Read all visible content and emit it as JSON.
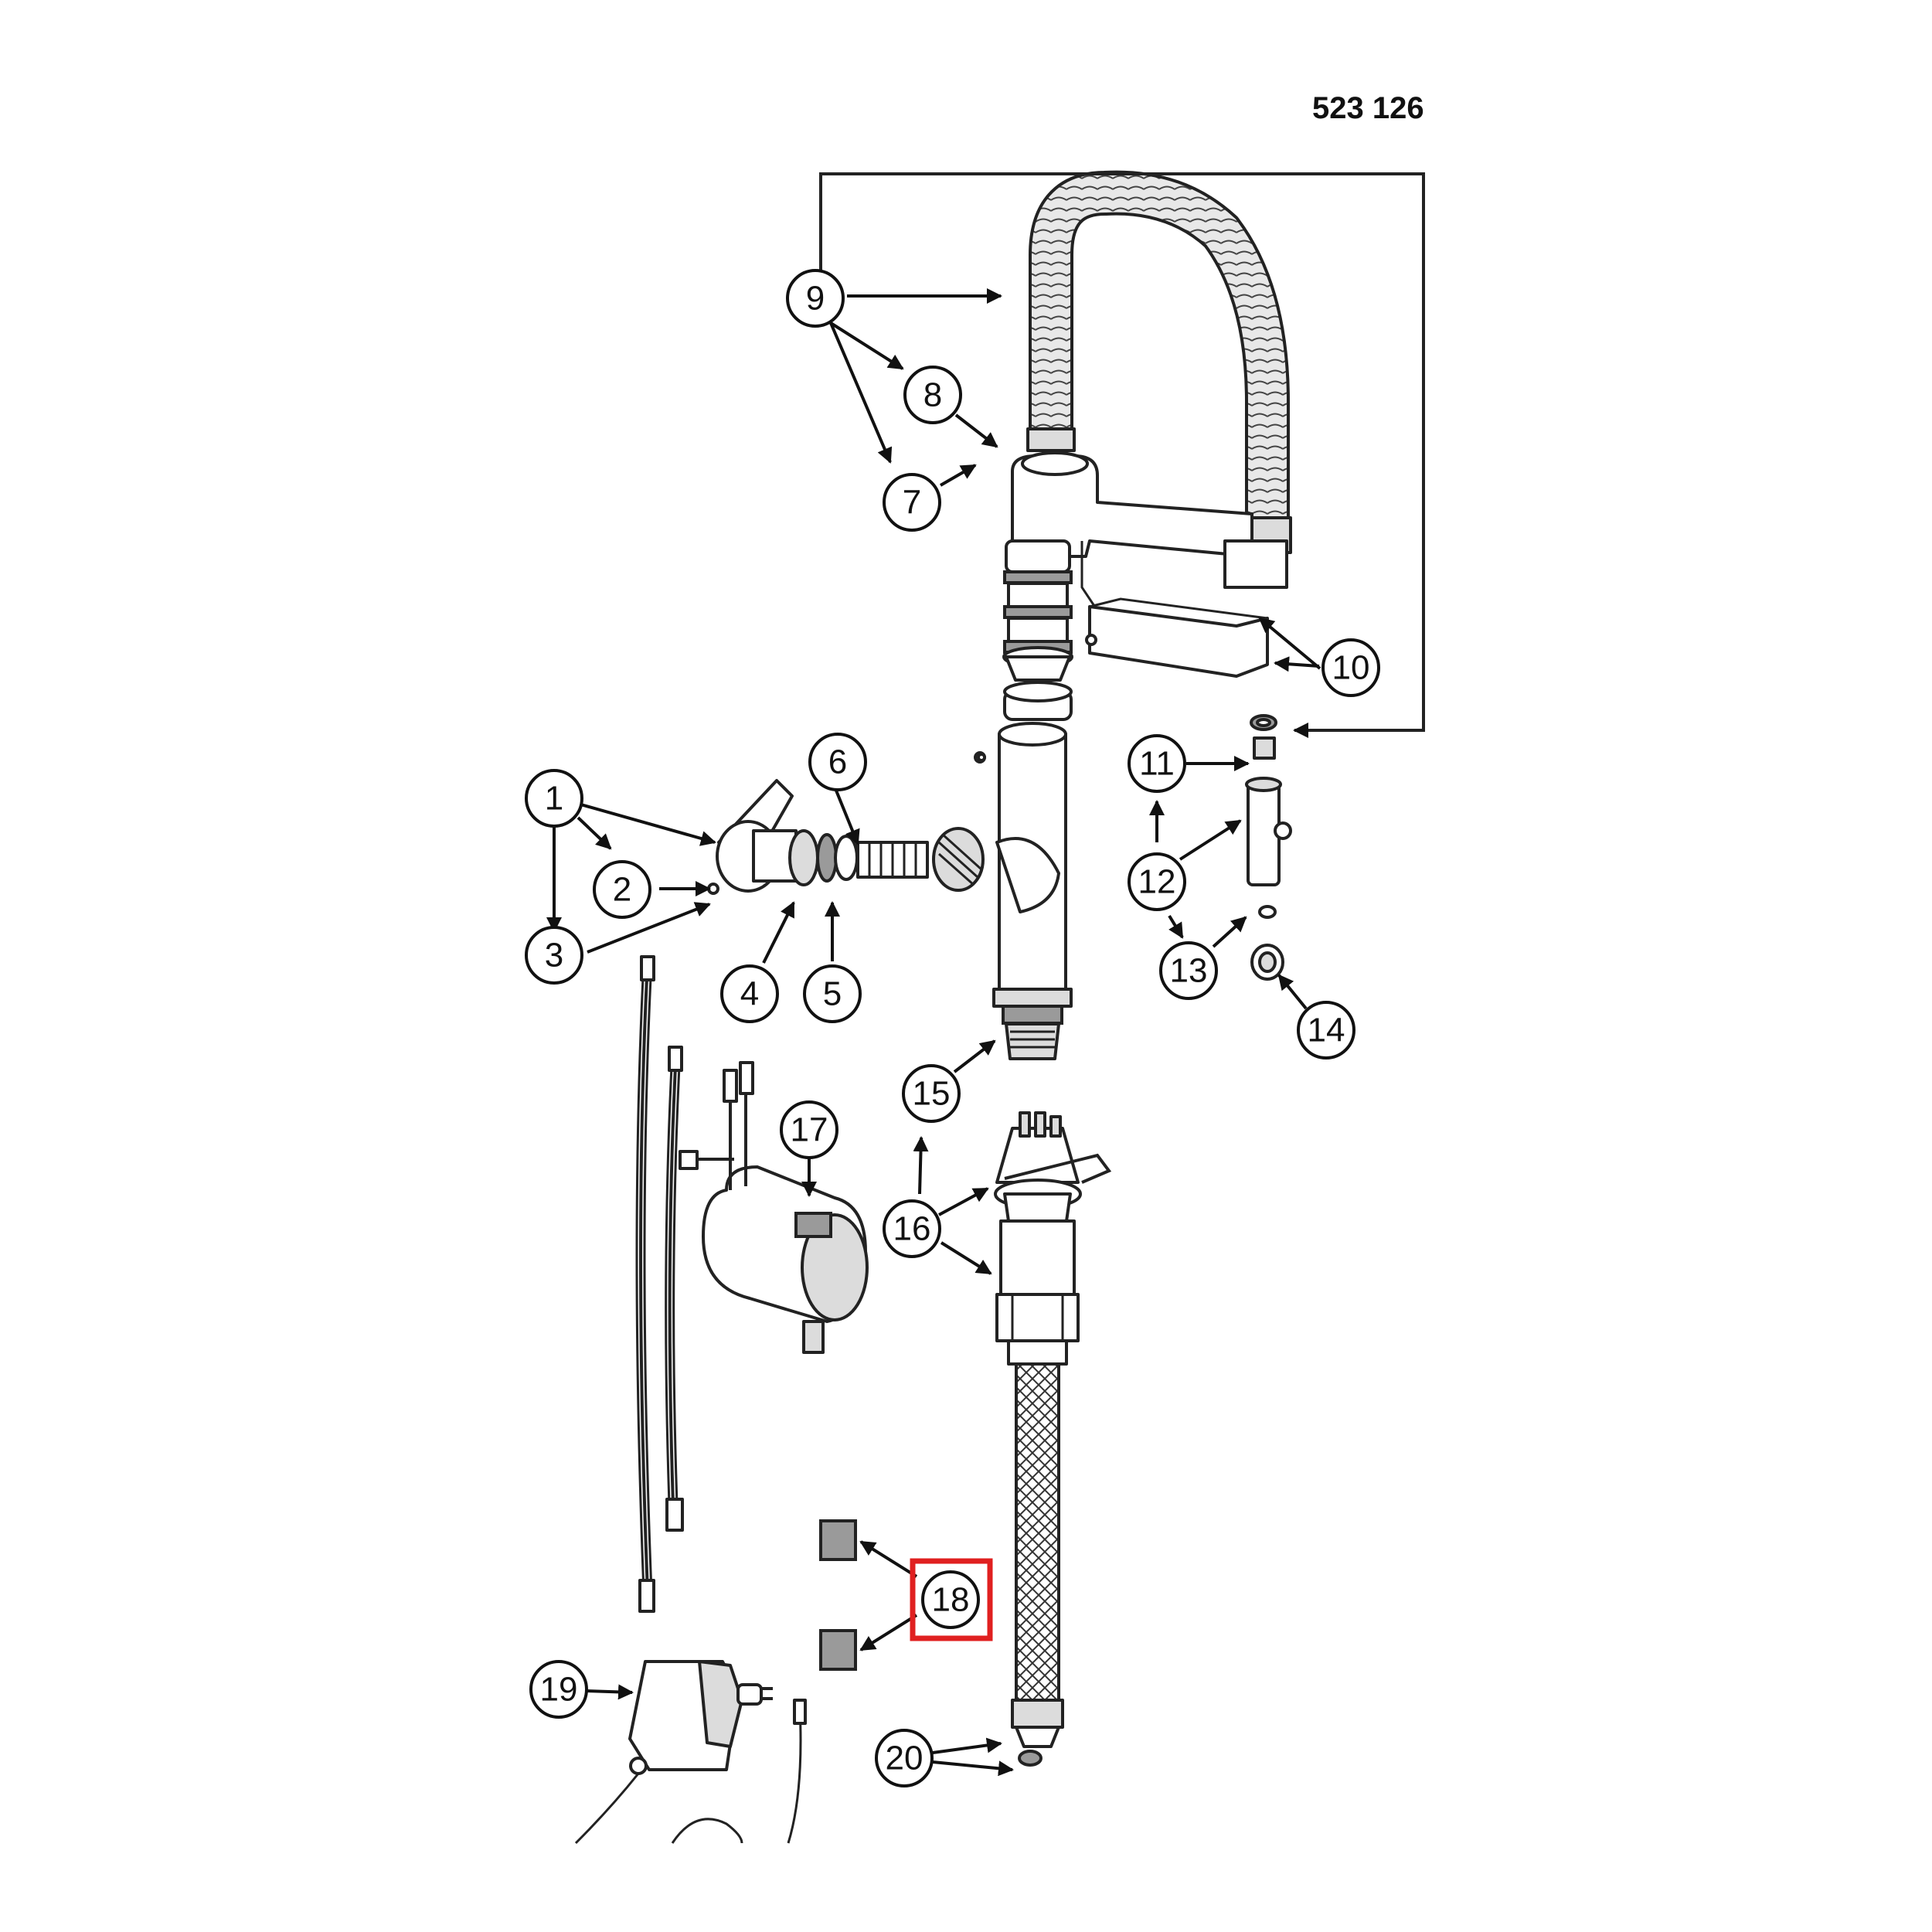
{
  "drawing_number": "523 126",
  "highlight_color": "#e02020",
  "highlighted_callout": "18",
  "callouts": [
    {
      "id": "c1",
      "label": "1"
    },
    {
      "id": "c2",
      "label": "2"
    },
    {
      "id": "c3",
      "label": "3"
    },
    {
      "id": "c4",
      "label": "4"
    },
    {
      "id": "c5",
      "label": "5"
    },
    {
      "id": "c6",
      "label": "6"
    },
    {
      "id": "c7",
      "label": "7"
    },
    {
      "id": "c8",
      "label": "8"
    },
    {
      "id": "c9",
      "label": "9"
    },
    {
      "id": "c10",
      "label": "10"
    },
    {
      "id": "c11",
      "label": "11"
    },
    {
      "id": "c12",
      "label": "12"
    },
    {
      "id": "c13",
      "label": "13"
    },
    {
      "id": "c14",
      "label": "14"
    },
    {
      "id": "c15",
      "label": "15"
    },
    {
      "id": "c16",
      "label": "16"
    },
    {
      "id": "c17",
      "label": "17"
    },
    {
      "id": "c18",
      "label": "18"
    },
    {
      "id": "c19",
      "label": "19"
    },
    {
      "id": "c20",
      "label": "20"
    }
  ]
}
